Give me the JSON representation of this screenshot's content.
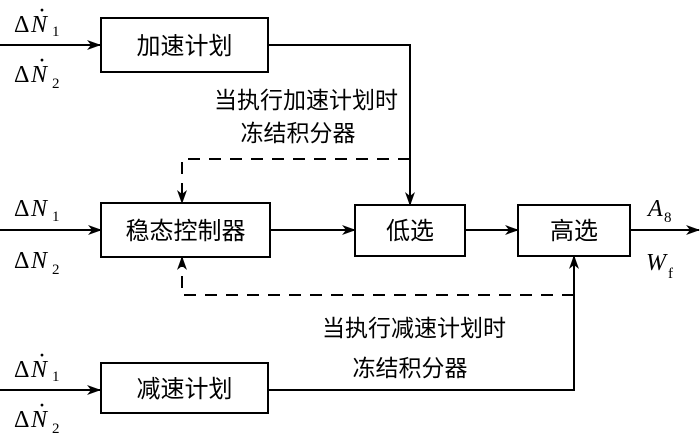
{
  "diagram": {
    "blocks": {
      "accel_schedule": "加速计划",
      "steady_controller": "稳态控制器",
      "low_select": "低选",
      "high_select": "高选",
      "decel_schedule": "减速计划"
    },
    "annotations": {
      "accel_freeze_line1": "当执行加速计划时",
      "accel_freeze_line2": "冻结积分器",
      "decel_freeze_line1": "当执行减速计划时",
      "decel_freeze_line2": "冻结积分器"
    },
    "inputs": {
      "accel": {
        "delta": "Δ",
        "var": "N",
        "dot": "·",
        "sub1": "1",
        "sub2": "2",
        "dotted": true
      },
      "steady": {
        "delta": "Δ",
        "var": "N",
        "sub1": "1",
        "sub2": "2",
        "dotted": false
      },
      "decel": {
        "delta": "Δ",
        "var": "N",
        "dot": "·",
        "sub1": "1",
        "sub2": "2",
        "dotted": true
      }
    },
    "outputs": {
      "out1_var": "A",
      "out1_sub": "8",
      "out2_var": "W",
      "out2_sub": "f"
    }
  }
}
